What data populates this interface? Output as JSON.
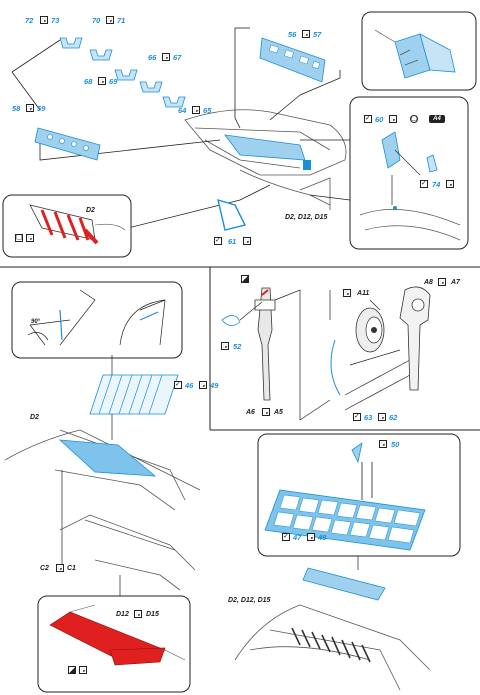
{
  "labels": {
    "p72": "72",
    "p73": "73",
    "p70": "70",
    "p71": "71",
    "p68": "68",
    "p69": "69",
    "p66": "66",
    "p67": "67",
    "p64": "64",
    "p65": "65",
    "p58": "58",
    "p59": "59",
    "p56": "56",
    "p57": "57",
    "p60": "60",
    "p74": "74",
    "p61": "61",
    "p46": "46",
    "p49": "49",
    "p50": "50",
    "p47": "47",
    "p48": "48",
    "p52": "52",
    "p63": "63",
    "p62": "62"
  },
  "refs": {
    "d2_inset": "D2",
    "d2_d12_d15_top": "D2, D12, D15",
    "a4": "A4",
    "d2_mid": "D2",
    "c2": "C2",
    "c1": "C1",
    "d12": "D12",
    "d15": "D15",
    "a11": "A11",
    "a8": "A8",
    "a7": "A7",
    "a6": "A6",
    "a5": "A5",
    "d2_d12_d15_bottom": "D2, D12, D15",
    "angle": "90°"
  },
  "colors": {
    "pe_blue": "#9fd0ee",
    "pe_stroke": "#1a8fd6",
    "accent_red": "#e0201f",
    "ink": "#1b1b1b"
  }
}
